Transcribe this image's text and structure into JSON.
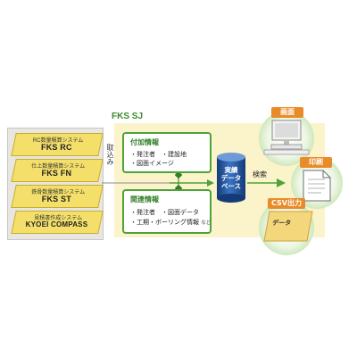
{
  "systems": [
    {
      "subtitle": "RC数量積算システム",
      "name": "FKS RC"
    },
    {
      "subtitle": "仕上数量積算システム",
      "name": "FKS FN"
    },
    {
      "subtitle": "鉄骨数量積算システム",
      "name": "FKS ST"
    },
    {
      "subtitle": "見積書作成システム",
      "name": "KYOEI COMPASS"
    }
  ],
  "intake_label": "取込み",
  "sj_label": "FKS SJ",
  "info_boxes": [
    {
      "title": "付加情報",
      "lines": [
        "・発注者　・建設地",
        "・図面イメージ"
      ]
    },
    {
      "title": "関連情報",
      "lines": [
        "・発注者　・図面データ",
        "・工期・ボーリング情報"
      ],
      "note": "など"
    }
  ],
  "database_label": [
    "実績",
    "データ",
    "ベース"
  ],
  "search_label": "検索",
  "outputs": [
    {
      "label": "画面",
      "icon": "monitor-icon"
    },
    {
      "label": "印刷",
      "icon": "document-icon"
    },
    {
      "label": "CSV出力",
      "icon": "data-folder-icon",
      "content": "データ"
    }
  ],
  "colors": {
    "green": "#4da33a",
    "yellow_area": "#fbf3c9",
    "system_yellow": "#f3df6a",
    "orange": "#e98b2a",
    "db_blue": "#1d4f96"
  }
}
